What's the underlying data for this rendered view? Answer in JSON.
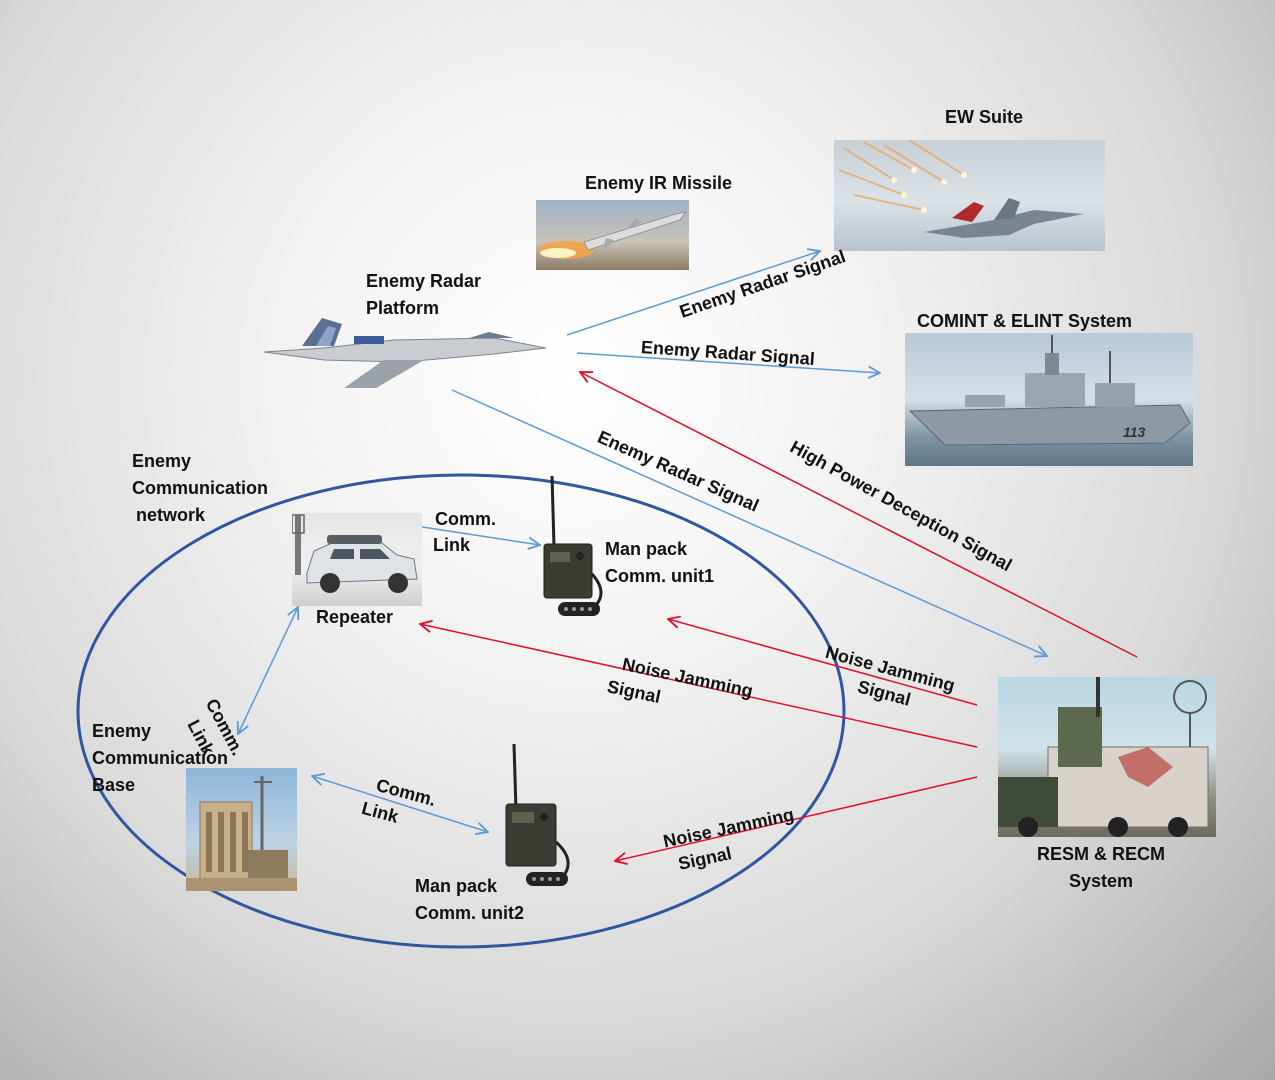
{
  "nodes": {
    "ew_suite": "EW Suite",
    "enemy_ir_missile": "Enemy IR Missile",
    "enemy_radar_platform": [
      "Enemy Radar",
      "Platform"
    ],
    "comint_elint": "COMINT & ELINT System",
    "enemy_comm_network": [
      "Enemy",
      "Communication",
      "network"
    ],
    "repeater": "Repeater",
    "manpack1": [
      "Man pack",
      "Comm. unit1"
    ],
    "manpack2": [
      "Man pack",
      "Comm. unit2"
    ],
    "enemy_comm_base": [
      "Enemy",
      "Communication",
      "Base"
    ],
    "resm_recm": [
      "RESM & RECM",
      "System"
    ]
  },
  "signals": {
    "radar_to_ew": "Enemy Radar Signal",
    "radar_to_comint": "Enemy Radar Signal",
    "radar_to_resm": "Enemy Radar Signal",
    "deception": "High Power Deception Signal",
    "noise_manpack1": [
      "Noise Jamming",
      "Signal"
    ],
    "noise_repeater": [
      "Noise Jamming",
      "Signal"
    ],
    "noise_manpack2": [
      "Noise Jamming",
      "Signal"
    ]
  },
  "links": {
    "repeater_manpack1": [
      "Comm.",
      "Link"
    ],
    "repeater_base": [
      "Comm.",
      "Link"
    ],
    "base_manpack2": [
      "Comm.",
      "Link"
    ]
  },
  "colors": {
    "radar_signal": "#5b9bd5",
    "jamming_signal": "#e0102d",
    "network_ellipse": "#2e57a0"
  }
}
